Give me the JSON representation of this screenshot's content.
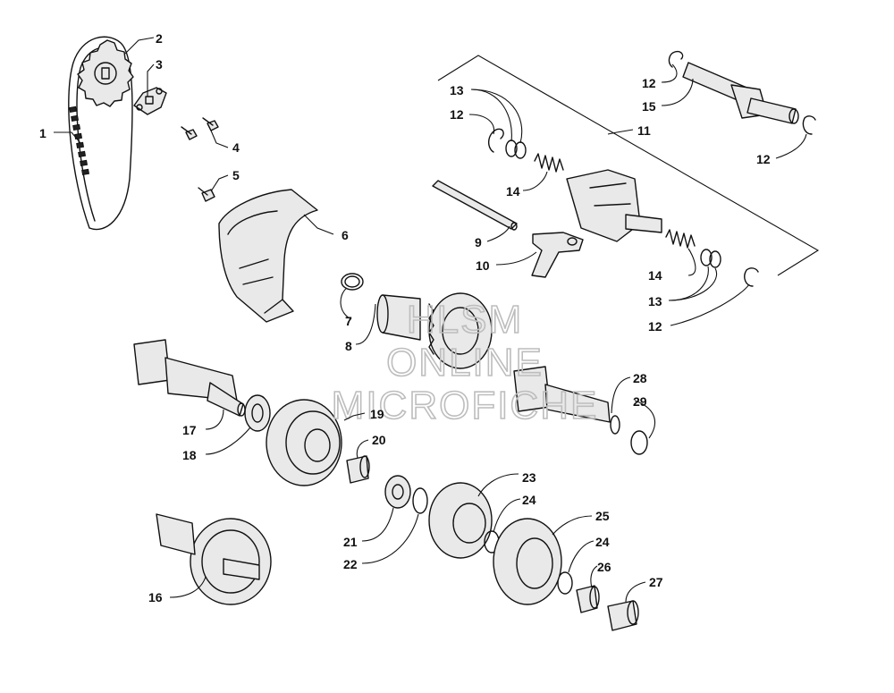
{
  "diagram": {
    "callouts": [
      "1",
      "2",
      "3",
      "4",
      "5",
      "6",
      "7",
      "8",
      "9",
      "10",
      "11",
      "12",
      "12",
      "12",
      "12",
      "13",
      "13",
      "14",
      "14",
      "15",
      "16",
      "17",
      "18",
      "19",
      "20",
      "21",
      "22",
      "23",
      "24",
      "24",
      "25",
      "26",
      "27",
      "28",
      "29"
    ]
  },
  "watermark": {
    "line1": "HLSM",
    "line2": "ONLINE",
    "line3": "MICROFICHE"
  }
}
